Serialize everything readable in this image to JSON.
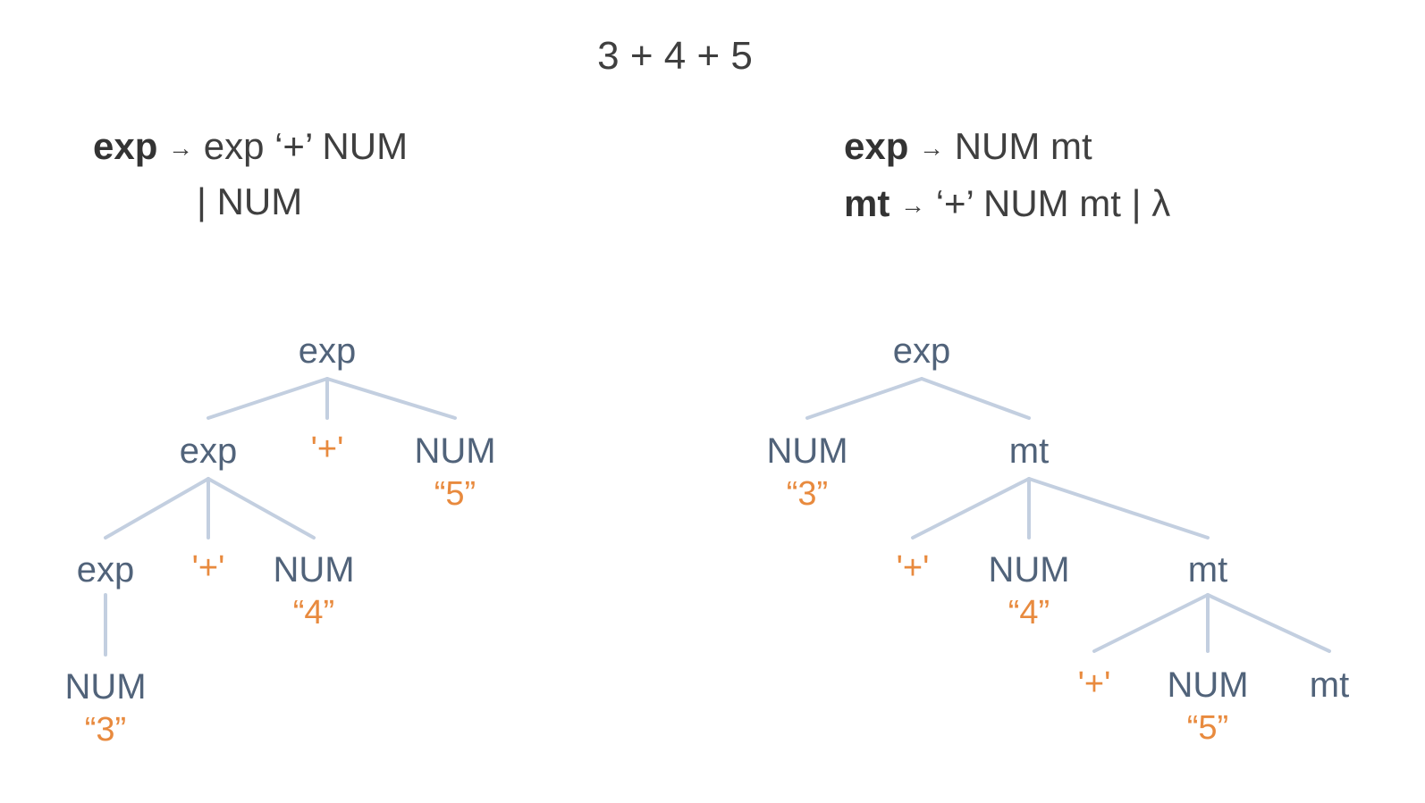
{
  "expression": "3 + 4 + 5",
  "left_grammar": {
    "line1": {
      "lhs": "exp",
      "arrow": "→",
      "rhs": "exp ‘+’ NUM"
    },
    "line2": {
      "rhs": "| NUM"
    }
  },
  "right_grammar": {
    "line1": {
      "lhs": "exp",
      "arrow": "→",
      "rhs": "NUM mt"
    },
    "line2": {
      "lhs": "mt",
      "arrow": "→",
      "rhs": "‘+’ NUM mt | λ"
    }
  },
  "colors": {
    "node": "#51637a",
    "terminal": "#e88a3e",
    "edge": "#c3cfe0",
    "grammar_text": "#3f3f3f"
  },
  "left_tree": {
    "nodes": [
      {
        "id": "L1",
        "label": "exp",
        "kind": "nonterminal"
      },
      {
        "id": "L2",
        "label": "exp",
        "kind": "nonterminal"
      },
      {
        "id": "L3",
        "label": "'+'",
        "kind": "terminal"
      },
      {
        "id": "L4",
        "label": "NUM",
        "kind": "nonterminal",
        "value": "“5”"
      },
      {
        "id": "L5",
        "label": "exp",
        "kind": "nonterminal"
      },
      {
        "id": "L6",
        "label": "'+'",
        "kind": "terminal"
      },
      {
        "id": "L7",
        "label": "NUM",
        "kind": "nonterminal",
        "value": "“4”"
      },
      {
        "id": "L8",
        "label": "NUM",
        "kind": "nonterminal",
        "value": "“3”"
      }
    ],
    "edges": [
      [
        "L1",
        "L2"
      ],
      [
        "L1",
        "L3"
      ],
      [
        "L1",
        "L4"
      ],
      [
        "L2",
        "L5"
      ],
      [
        "L2",
        "L6"
      ],
      [
        "L2",
        "L7"
      ],
      [
        "L5",
        "L8"
      ]
    ]
  },
  "right_tree": {
    "nodes": [
      {
        "id": "R1",
        "label": "exp",
        "kind": "nonterminal"
      },
      {
        "id": "R2",
        "label": "NUM",
        "kind": "nonterminal",
        "value": "“3”"
      },
      {
        "id": "R3",
        "label": "mt",
        "kind": "nonterminal"
      },
      {
        "id": "R4",
        "label": "'+'",
        "kind": "terminal"
      },
      {
        "id": "R5",
        "label": "NUM",
        "kind": "nonterminal",
        "value": "“4”"
      },
      {
        "id": "R6",
        "label": "mt",
        "kind": "nonterminal"
      },
      {
        "id": "R7",
        "label": "'+'",
        "kind": "terminal"
      },
      {
        "id": "R8",
        "label": "NUM",
        "kind": "nonterminal",
        "value": "“5”"
      },
      {
        "id": "R9",
        "label": "mt",
        "kind": "nonterminal"
      }
    ],
    "edges": [
      [
        "R1",
        "R2"
      ],
      [
        "R1",
        "R3"
      ],
      [
        "R3",
        "R4"
      ],
      [
        "R3",
        "R5"
      ],
      [
        "R3",
        "R6"
      ],
      [
        "R6",
        "R7"
      ],
      [
        "R6",
        "R8"
      ],
      [
        "R6",
        "R9"
      ]
    ]
  }
}
